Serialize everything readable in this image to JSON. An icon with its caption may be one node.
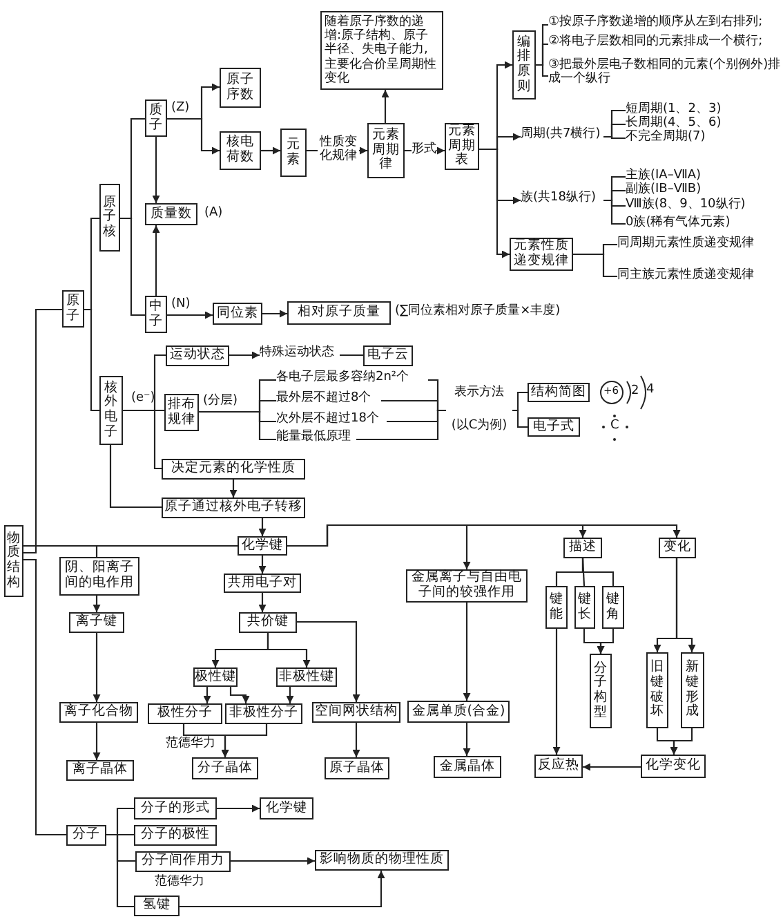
{
  "diagram": {
    "nodes": [
      {
        "text": [
          "物质结构"
        ]
      },
      {
        "text": [
          "原子"
        ]
      },
      {
        "text": [
          "原子核"
        ]
      },
      {
        "text": [
          "核外电子"
        ],
        "beside": [
          "(e⁻)"
        ]
      },
      {
        "text": [
          "质子"
        ],
        "beside": [
          "(Z)"
        ]
      },
      {
        "text": [
          "中子"
        ],
        "beside": [
          "(N)"
        ]
      },
      {
        "text": [
          "原子序数"
        ]
      },
      {
        "text": [
          "核电荷数"
        ]
      },
      {
        "text": [
          "元素"
        ]
      },
      {
        "text": [
          "元素周期律"
        ]
      },
      {
        "text": [
          "随着原子序数的递增:原子结构、原子半径、失电子能力,主要化合价呈周期性变化"
        ]
      },
      {
        "text": [
          "元素周期表"
        ]
      },
      {
        "text": [
          "编排原则"
        ]
      },
      {
        "text": [
          "①按原子序数递增的顺序从左到右排列;"
        ]
      },
      {
        "text": [
          "②将电子层数相同的元素排成一个横行;"
        ]
      },
      {
        "text": [
          "③把最外层电子数相同的元素(个别例外)排成一个纵行"
        ]
      },
      {
        "text": [
          "周期(共7横行)"
        ]
      },
      {
        "text": [
          "短周期(1、2、3)"
        ]
      },
      {
        "text": [
          "长周期(4、5、6)"
        ]
      },
      {
        "text": [
          "不完全周期(7)"
        ]
      },
      {
        "text": [
          "族(共18纵行)"
        ]
      },
      {
        "text": [
          "主族(ⅠA–ⅦA)"
        ]
      },
      {
        "text": [
          "副族(ⅠB–ⅦB)"
        ]
      },
      {
        "text": [
          "Ⅷ族(8、9、10纵行)"
        ]
      },
      {
        "text": [
          "0族(稀有气体元素)"
        ]
      },
      {
        "text": [
          "元素性质递变规律"
        ]
      },
      {
        "text": [
          "同周期元素性质递变规律"
        ]
      },
      {
        "text": [
          "同主族元素性质递变规律"
        ]
      },
      {
        "text": [
          "质量数"
        ],
        "beside": [
          "(A)"
        ]
      },
      {
        "text": [
          "同位素"
        ]
      },
      {
        "text": [
          "相对原子质量"
        ],
        "beside": [
          "(∑同位素相对原子质量×丰度)"
        ]
      },
      {
        "text": [
          "运动状态"
        ]
      },
      {
        "text": [
          "特殊运动状态"
        ]
      },
      {
        "text": [
          "电子云"
        ]
      },
      {
        "text": [
          "排布规律"
        ],
        "beside": [
          "(分层)"
        ]
      },
      {
        "text": [
          "各电子层最多容纳2n²个"
        ]
      },
      {
        "text": [
          "最外层不超过8个"
        ]
      },
      {
        "text": [
          "次外层不超过18个"
        ]
      },
      {
        "text": [
          "能量最低原理"
        ]
      },
      {
        "text": [
          "表示方法",
          "(以C为例)"
        ]
      },
      {
        "text": [
          "结构简图"
        ]
      },
      {
        "text": [
          "电子式"
        ]
      },
      {
        "text": [
          "决定元素的化学性质"
        ]
      },
      {
        "text": [
          "原子通过核外电子转移"
        ]
      },
      {
        "text": [
          "化学键"
        ]
      },
      {
        "text": [
          "阴、阳离子间的电作用"
        ]
      },
      {
        "text": [
          "离子键"
        ]
      },
      {
        "text": [
          "离子化合物"
        ]
      },
      {
        "text": [
          "离子晶体"
        ]
      },
      {
        "text": [
          "共用电子对"
        ]
      },
      {
        "text": [
          "共价键"
        ]
      },
      {
        "text": [
          "极性键"
        ]
      },
      {
        "text": [
          "非极性键"
        ]
      },
      {
        "text": [
          "极性分子"
        ]
      },
      {
        "text": [
          "非极性分子"
        ]
      },
      {
        "text": [
          "空间网状结构"
        ]
      },
      {
        "text": [
          "分子晶体"
        ]
      },
      {
        "text": [
          "原子晶体"
        ]
      },
      {
        "text": [
          "金属离子与自由电子间的较强作用"
        ]
      },
      {
        "text": [
          "金属单质(合金)"
        ]
      },
      {
        "text": [
          "金属晶体"
        ]
      },
      {
        "text": [
          "描述"
        ]
      },
      {
        "text": [
          "键能"
        ]
      },
      {
        "text": [
          "键长"
        ]
      },
      {
        "text": [
          "键角"
        ]
      },
      {
        "text": [
          "分子构型"
        ]
      },
      {
        "text": [
          "变化"
        ]
      },
      {
        "text": [
          "旧键破坏"
        ]
      },
      {
        "text": [
          "新键形成"
        ]
      },
      {
        "text": [
          "化学变化"
        ]
      },
      {
        "text": [
          "反应热"
        ]
      },
      {
        "text": [
          "分子"
        ]
      },
      {
        "text": [
          "分子的形式"
        ]
      },
      {
        "text": [
          "化学键"
        ]
      },
      {
        "text": [
          "分子的极性"
        ]
      },
      {
        "text": [
          "分子间作用力"
        ],
        "beside": [
          "范德华力"
        ]
      },
      {
        "text": [
          "氢键"
        ]
      },
      {
        "text": [
          "影响物质的物理性质"
        ]
      }
    ],
    "edges": [
      {
        "from": 0,
        "to": 1,
        "arrow": "none"
      },
      {
        "from": 0,
        "to": 44,
        "arrow": "none"
      },
      {
        "from": 0,
        "to": 71,
        "arrow": "none"
      },
      {
        "from": 1,
        "to": 2,
        "arrow": "none"
      },
      {
        "from": 1,
        "to": 3,
        "arrow": "none"
      },
      {
        "from": 2,
        "to": 4,
        "arrow": "none"
      },
      {
        "from": 2,
        "to": 5,
        "arrow": "none"
      },
      {
        "from": 4,
        "to": 6,
        "arrow": "to"
      },
      {
        "from": 4,
        "to": 7,
        "arrow": "to"
      },
      {
        "from": 4,
        "to": 28,
        "arrow": "to"
      },
      {
        "from": 5,
        "to": 28,
        "arrow": "to"
      },
      {
        "from": 5,
        "to": 29,
        "arrow": "to"
      },
      {
        "from": 29,
        "to": 30,
        "arrow": "to"
      },
      {
        "from": 7,
        "to": 8,
        "arrow": "to"
      },
      {
        "from": 8,
        "to": 9,
        "arrow": "to",
        "label": "性质变化规律"
      },
      {
        "from": 9,
        "to": 10,
        "arrow": "to"
      },
      {
        "from": 9,
        "to": 11,
        "arrow": "to",
        "label": "形式"
      },
      {
        "from": 11,
        "to": 12,
        "arrow": "to"
      },
      {
        "from": 11,
        "to": 16,
        "arrow": "to"
      },
      {
        "from": 11,
        "to": 20,
        "arrow": "to"
      },
      {
        "from": 11,
        "to": 25,
        "arrow": "to"
      },
      {
        "from": 12,
        "to": 13,
        "arrow": "none"
      },
      {
        "from": 12,
        "to": 14,
        "arrow": "none"
      },
      {
        "from": 12,
        "to": 15,
        "arrow": "none"
      },
      {
        "from": 16,
        "to": 17,
        "arrow": "none"
      },
      {
        "from": 16,
        "to": 18,
        "arrow": "none"
      },
      {
        "from": 16,
        "to": 19,
        "arrow": "none"
      },
      {
        "from": 20,
        "to": 21,
        "arrow": "none"
      },
      {
        "from": 20,
        "to": 22,
        "arrow": "none"
      },
      {
        "from": 20,
        "to": 23,
        "arrow": "none"
      },
      {
        "from": 20,
        "to": 24,
        "arrow": "none"
      },
      {
        "from": 25,
        "to": 26,
        "arrow": "none"
      },
      {
        "from": 25,
        "to": 27,
        "arrow": "none"
      },
      {
        "from": 3,
        "to": 31,
        "arrow": "none"
      },
      {
        "from": 3,
        "to": 34,
        "arrow": "none"
      },
      {
        "from": 3,
        "to": 42,
        "arrow": "none"
      },
      {
        "from": 3,
        "to": 43,
        "arrow": "none"
      },
      {
        "from": 31,
        "to": 32,
        "arrow": "to"
      },
      {
        "from": 32,
        "to": 33,
        "arrow": "none"
      },
      {
        "from": 34,
        "to": 35,
        "arrow": "none"
      },
      {
        "from": 34,
        "to": 36,
        "arrow": "none"
      },
      {
        "from": 34,
        "to": 37,
        "arrow": "none"
      },
      {
        "from": 34,
        "to": 38,
        "arrow": "none"
      },
      {
        "from": 35,
        "to": 39,
        "arrow": "none"
      },
      {
        "from": 36,
        "to": 39,
        "arrow": "none"
      },
      {
        "from": 37,
        "to": 39,
        "arrow": "none"
      },
      {
        "from": 38,
        "to": 39,
        "arrow": "none"
      },
      {
        "from": 39,
        "to": 40,
        "arrow": "none"
      },
      {
        "from": 39,
        "to": 41,
        "arrow": "none"
      },
      {
        "from": 42,
        "to": 43,
        "arrow": "to"
      },
      {
        "from": 43,
        "to": 44,
        "arrow": "to"
      },
      {
        "from": 44,
        "to": 45,
        "arrow": "none"
      },
      {
        "from": 44,
        "to": 49,
        "arrow": "to"
      },
      {
        "from": 44,
        "to": 58,
        "arrow": "to"
      },
      {
        "from": 44,
        "to": 61,
        "arrow": "to"
      },
      {
        "from": 44,
        "to": 66,
        "arrow": "to"
      },
      {
        "from": 45,
        "to": 46,
        "arrow": "to"
      },
      {
        "from": 46,
        "to": 47,
        "arrow": "to"
      },
      {
        "from": 47,
        "to": 48,
        "arrow": "to"
      },
      {
        "from": 49,
        "to": 50,
        "arrow": "to"
      },
      {
        "from": 50,
        "to": 51,
        "arrow": "to"
      },
      {
        "from": 50,
        "to": 52,
        "arrow": "to"
      },
      {
        "from": 50,
        "to": 55,
        "arrow": "to"
      },
      {
        "from": 51,
        "to": 53,
        "arrow": "to"
      },
      {
        "from": 51,
        "to": 54,
        "arrow": "to"
      },
      {
        "from": 52,
        "to": 54,
        "arrow": "to"
      },
      {
        "from": 53,
        "to": 56,
        "arrow": "to",
        "label": "范德华力"
      },
      {
        "from": 54,
        "to": 56,
        "arrow": "to"
      },
      {
        "from": 55,
        "to": 57,
        "arrow": "to"
      },
      {
        "from": 58,
        "to": 59,
        "arrow": "to"
      },
      {
        "from": 59,
        "to": 60,
        "arrow": "to"
      },
      {
        "from": 61,
        "to": 62,
        "arrow": "none"
      },
      {
        "from": 61,
        "to": 63,
        "arrow": "none"
      },
      {
        "from": 61,
        "to": 64,
        "arrow": "none"
      },
      {
        "from": 62,
        "to": 70,
        "arrow": "to"
      },
      {
        "from": 63,
        "to": 65,
        "arrow": "to"
      },
      {
        "from": 64,
        "to": 65,
        "arrow": "to"
      },
      {
        "from": 66,
        "to": 67,
        "arrow": "to"
      },
      {
        "from": 66,
        "to": 68,
        "arrow": "to"
      },
      {
        "from": 67,
        "to": 69,
        "arrow": "to"
      },
      {
        "from": 68,
        "to": 69,
        "arrow": "to"
      },
      {
        "from": 69,
        "to": 70,
        "arrow": "to"
      },
      {
        "from": 71,
        "to": 72,
        "arrow": "none"
      },
      {
        "from": 71,
        "to": 74,
        "arrow": "none"
      },
      {
        "from": 71,
        "to": 75,
        "arrow": "none"
      },
      {
        "from": 71,
        "to": 76,
        "arrow": "none"
      },
      {
        "from": 72,
        "to": 73,
        "arrow": "to"
      },
      {
        "from": 75,
        "to": 77,
        "arrow": "to"
      },
      {
        "from": 76,
        "to": 77,
        "arrow": "to"
      }
    ],
    "labels": [
      "+6",
      "2",
      "4",
      "C"
    ]
  }
}
